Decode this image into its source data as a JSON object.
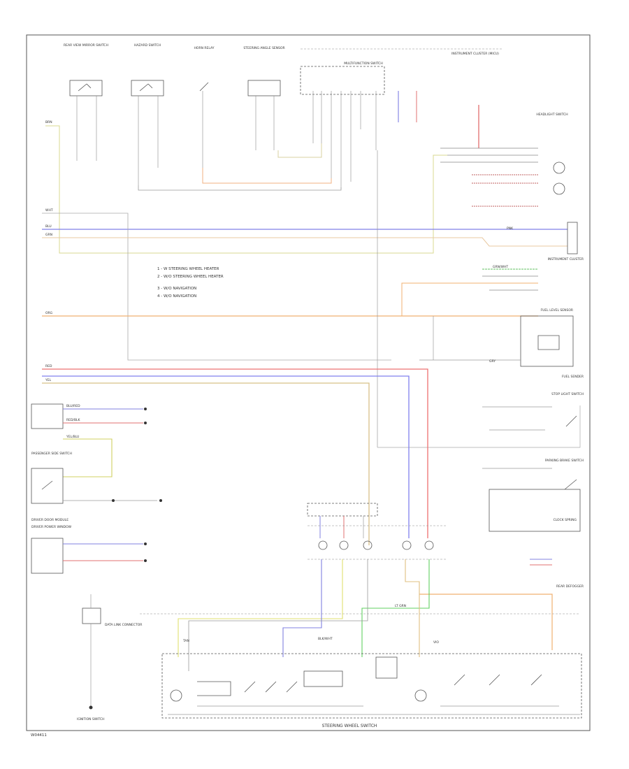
{
  "diagram": {
    "bottom_title": "STEERING WHEEL SWITCH",
    "footer_code": "W04411",
    "legend": [
      "1 - W STEERING WHEEL HEATER",
      "2 - W/O STEERING WHEEL HEATER",
      "3 - W/O NAVIGATION",
      "4 - W/O NAVIGATION"
    ],
    "right_labels": [
      "INSTRUMENT CLUSTER",
      "FUEL LEVEL SENSOR",
      "FUEL SENDER",
      "STOP LIGHT SWITCH",
      "PARKING BRAKE SWITCH",
      "CLOCK SPRING",
      "REAR DEFOGGER"
    ],
    "left_labels": [
      "PASSENGER SIDE SWITCH",
      "DRIVER DOOR MODULE",
      "DRIVER POWER WINDOW",
      "DATA LINK CONNECTOR",
      "IGNITION SWITCH"
    ],
    "top_labels": [
      "REAR VIEW MIRROR SWITCH",
      "HAZARD SWITCH",
      "HORN RELAY",
      "STEERING ANGLE SENSOR",
      "MULTIFUNCTION SWITCH",
      "INSTRUMENT CLUSTER (MICU)",
      "HEADLIGHT SWITCH"
    ],
    "wire_labels": [
      "BRN",
      "WHT",
      "BLU",
      "GRN",
      "ORG",
      "RED",
      "YEL",
      "BLK/WHT",
      "GRY",
      "PNK",
      "BLU/RED",
      "GRN/WHT",
      "RED/BLK",
      "YEL/BLU",
      "LT GRN",
      "VIO",
      "TAN"
    ]
  }
}
